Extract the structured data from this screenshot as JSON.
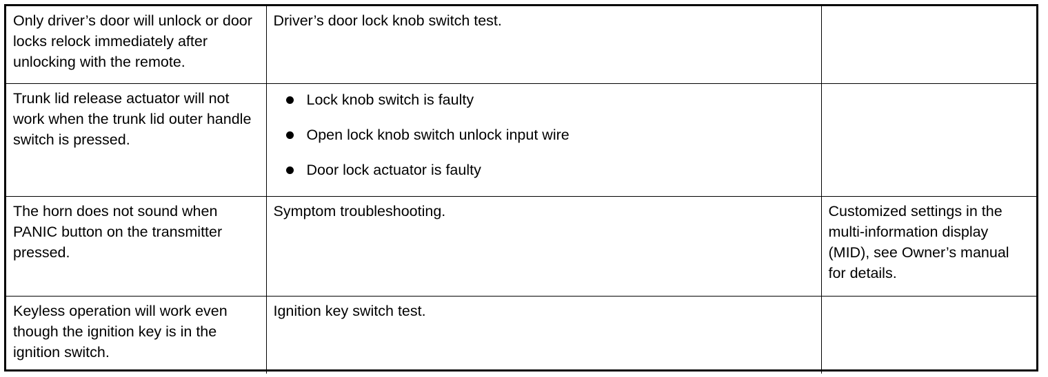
{
  "rows": [
    {
      "symptom": "Only driver’s door will unlock or door locks relock immediately after unlocking with the remote.",
      "diagnosis": "Driver’s door lock knob switch test.",
      "note": ""
    },
    {
      "symptom": "Trunk lid release actuator will not work when the trunk lid outer handle switch is pressed.",
      "diagnosis_items": [
        "Lock knob switch is faulty",
        "Open lock knob switch unlock input wire",
        "Door lock actuator is faulty"
      ],
      "note": ""
    },
    {
      "symptom": "The horn does not sound when PANIC button on the transmitter pressed.",
      "diagnosis": "Symptom troubleshooting.",
      "note": "Customized settings in the multi-information display (MID), see Owner’s manual for details."
    },
    {
      "symptom": "Keyless operation will work even though the ignition key is in the ignition switch.",
      "diagnosis": "Ignition key switch test.",
      "note": ""
    }
  ]
}
